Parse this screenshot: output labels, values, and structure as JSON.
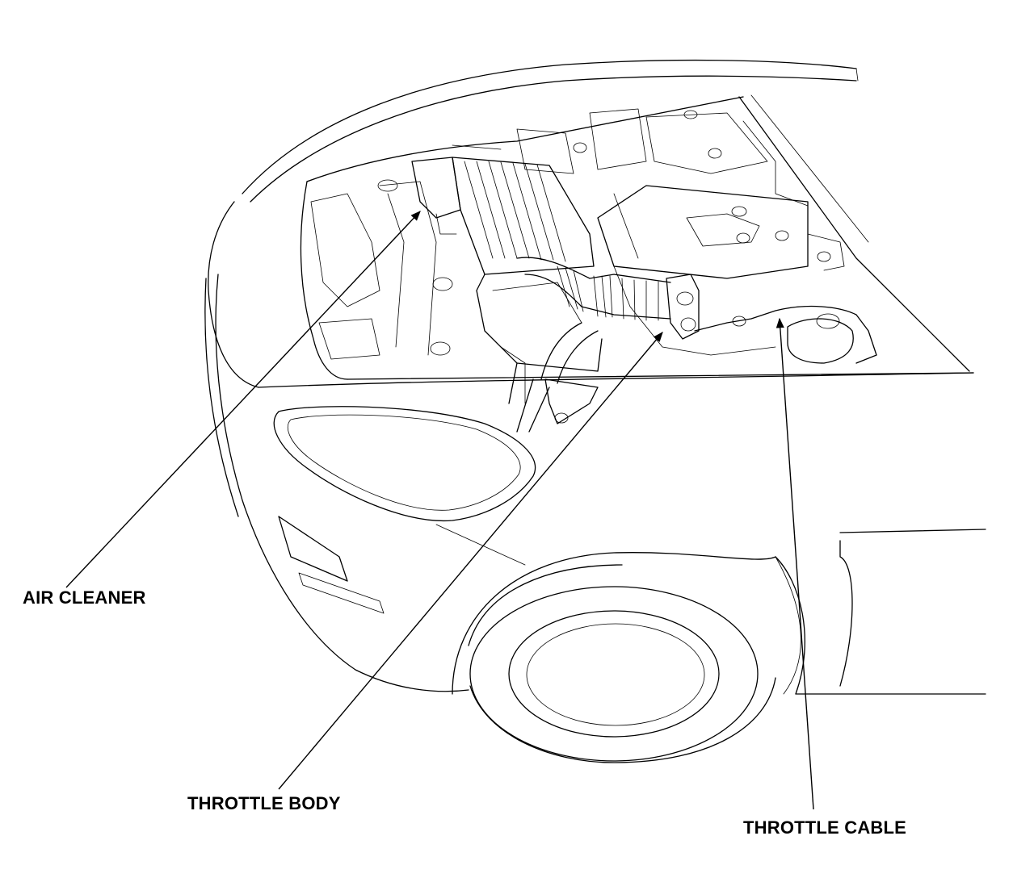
{
  "labels": {
    "air_cleaner": "AIR CLEANER",
    "throttle_body": "THROTTLE BODY",
    "throttle_cable": "THROTTLE CABLE"
  },
  "colors": {
    "line": "#000000",
    "background": "#ffffff"
  }
}
